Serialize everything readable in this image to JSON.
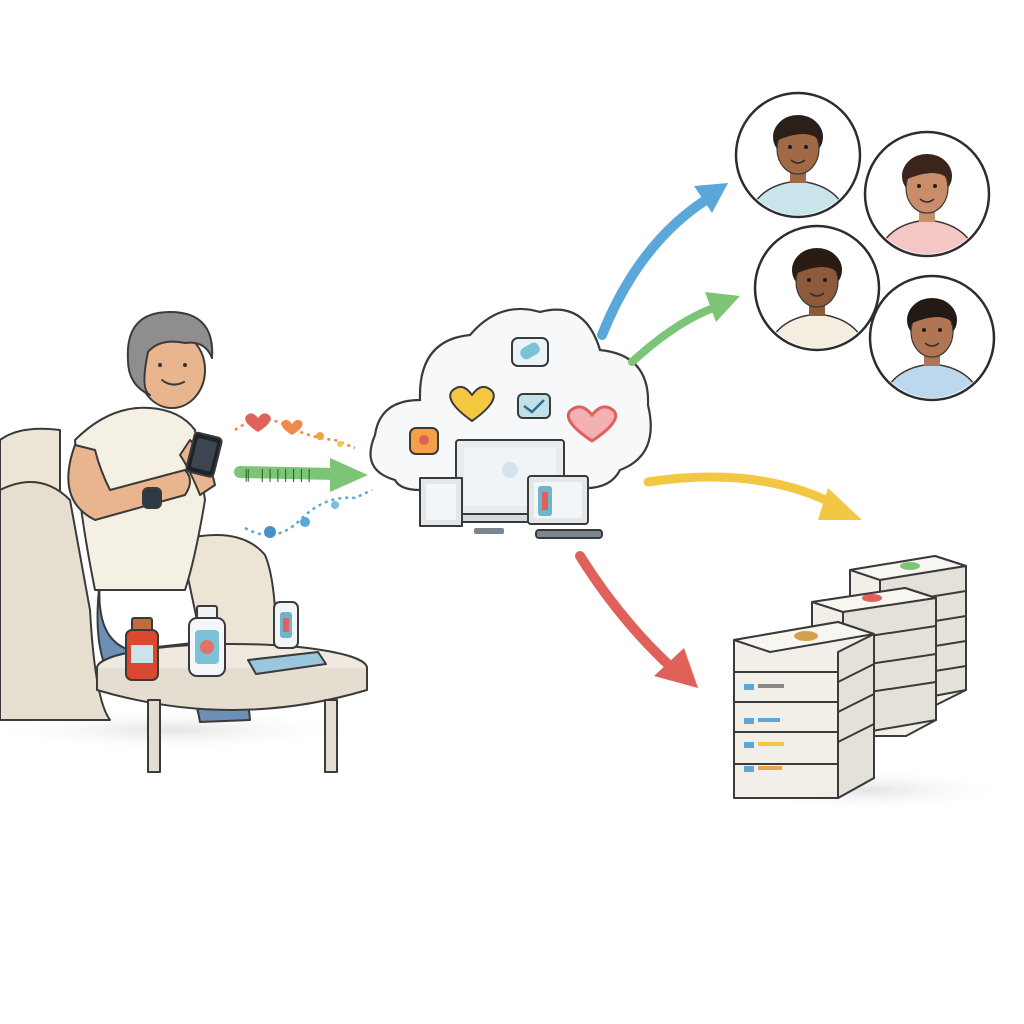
{
  "scene": {
    "background": "#ffffff",
    "description_icons": [
      "patient-icon",
      "smartphone-icon",
      "smartwatch-icon",
      "medication-icon",
      "cloud-icon",
      "heart-icon",
      "server-icon",
      "clinician-avatar-icon"
    ]
  },
  "colors": {
    "blue_arrow": "#5ba7d9",
    "green_arrow": "#7cc576",
    "yellow_arrow": "#f2c744",
    "red_arrow": "#e0605a",
    "heart_red": "#e05a5a",
    "heart_yellow": "#f5c842",
    "cloud_fill": "#f7f8fa",
    "server_fill": "#f1efe8",
    "shirt": "#f5f0e4",
    "jeans": "#6b8fb5",
    "chair": "#ece5d6",
    "table": "#efe9df"
  },
  "data_stream": {
    "label": "∥ ∣∣∣∣∣∣∣"
  },
  "care_team": [
    {
      "id": "clinician-1",
      "shirt": "#c9e4ea",
      "skin": "#a06a47",
      "hair": "#2b1f19"
    },
    {
      "id": "clinician-2",
      "shirt": "#f4c6c4",
      "skin": "#c98d6a",
      "hair": "#3a241b"
    },
    {
      "id": "clinician-3",
      "shirt": "#f4eee0",
      "skin": "#8d5a3c",
      "hair": "#2a1b14"
    },
    {
      "id": "clinician-4",
      "shirt": "#bcd8ee",
      "skin": "#b07552",
      "hair": "#231a15"
    }
  ]
}
